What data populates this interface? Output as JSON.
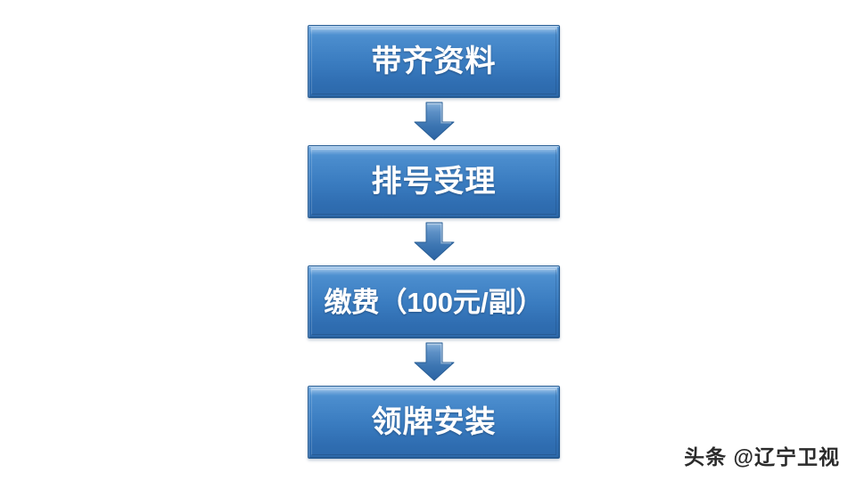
{
  "background_color": "#ffffff",
  "flowchart": {
    "title": "",
    "orientation": "vertical",
    "node_fill_top": "#5b9bd9",
    "node_fill_bottom": "#2d69ab",
    "node_border_color": "#2a5f96",
    "node_text_color": "#ffffff",
    "arrow_fill_top": "#7aa7d4",
    "arrow_fill_bottom": "#2e66a6",
    "arrow_border_color": "#2a5f96",
    "nodes": [
      {
        "id": "step-1",
        "label": "带齐资料",
        "step": 1
      },
      {
        "id": "step-2",
        "label": "排号受理",
        "step": 2
      },
      {
        "id": "step-3",
        "label": "缴费（100元/副）",
        "step": 3
      },
      {
        "id": "step-4",
        "label": "领牌安装",
        "step": 4
      }
    ],
    "connectors": [
      {
        "id": "arrow-1-2",
        "from": "step-1",
        "to": "step-2",
        "shape": "down-arrow"
      },
      {
        "id": "arrow-2-3",
        "from": "step-2",
        "to": "step-3",
        "shape": "down-arrow"
      },
      {
        "id": "arrow-3-4",
        "from": "step-3",
        "to": "step-4",
        "shape": "down-arrow"
      }
    ]
  },
  "watermark": {
    "text": "头条 @辽宁卫视",
    "color": "#2b2b2b"
  }
}
